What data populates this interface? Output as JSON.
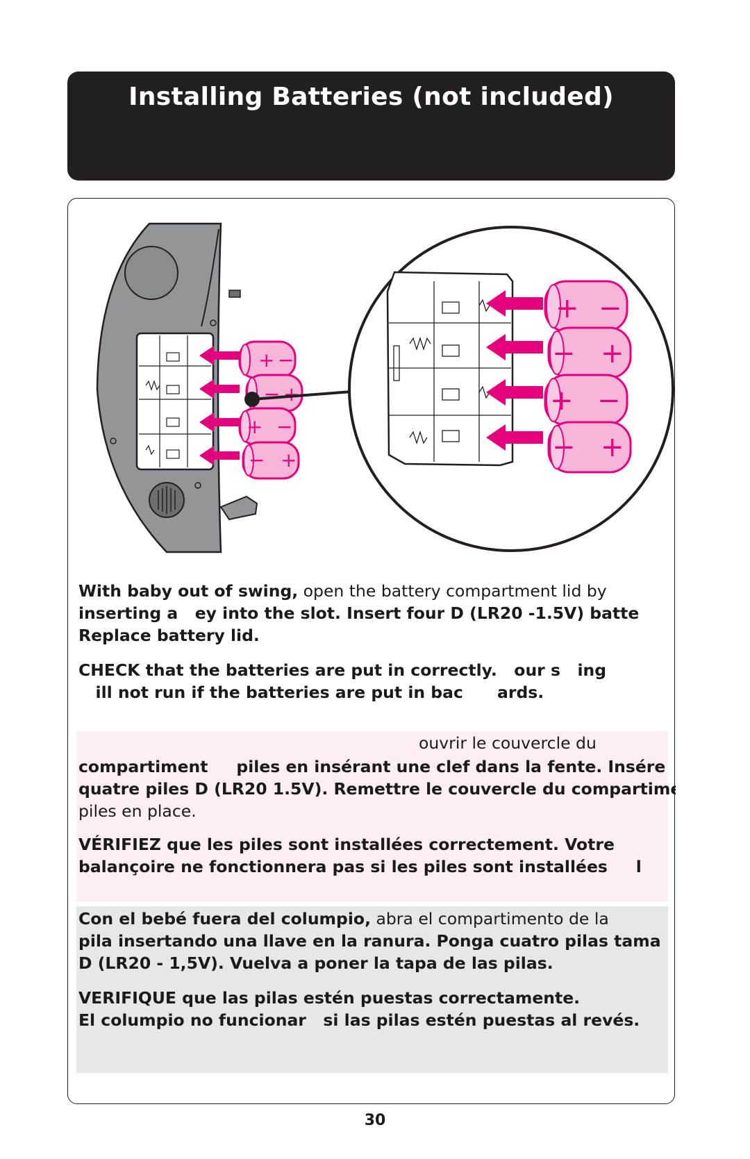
{
  "header": {
    "title": "Installing Batteries (not included)"
  },
  "illustration": {
    "plus": "+",
    "minus": "−"
  },
  "english": {
    "p1_bold_lead": "With baby out of swing,",
    "p1_normal": " open the battery compartment lid by",
    "p1_line2": "inserting a   ey into the slot. Insert four D (LR20 -1.5V) batte",
    "p1_line3": "Replace battery lid.",
    "p2_line1": "CHECK that the batteries are put in correctly.   our s   ing",
    "p2_line2": "   ill not run if the batteries are put in bac      ards."
  },
  "french": {
    "p1_line1": "ouvrir le couvercle du",
    "p1_line2": "compartiment     piles en insérant une clef dans la fente. Insére",
    "p1_line3": "quatre piles D (LR20 1.5V). Remettre le couvercle du compartime",
    "p1_line4": "piles en place.",
    "p2_line1": "VÉRIFIEZ que les piles sont installées correctement. Votre",
    "p2_line2": "balançoire ne fonctionnera pas si les piles sont installées     l"
  },
  "spanish": {
    "p1_bold_lead": "Con el bebé fuera del columpio,",
    "p1_normal": " abra el compartimento de la",
    "p1_line2": "pila insertando una llave en la ranura. Ponga cuatro pilas tama",
    "p1_line3": "D (LR20 - 1,5V). Vuelva a poner la tapa de las pilas.",
    "p2_line1": "VERIFIQUE que las pilas estén puestas correctamente.",
    "p2_line2": "El columpio no funcionar   si las pilas estén puestas al revés."
  },
  "footer": {
    "page_number": "30"
  },
  "colors": {
    "header_bg": "#231f20",
    "battery_pink": "#f7b6d9",
    "battery_outline": "#e5007e",
    "arrow_magenta": "#e5007e",
    "french_band": "#fdeef4",
    "spanish_band": "#e6e7e8"
  }
}
